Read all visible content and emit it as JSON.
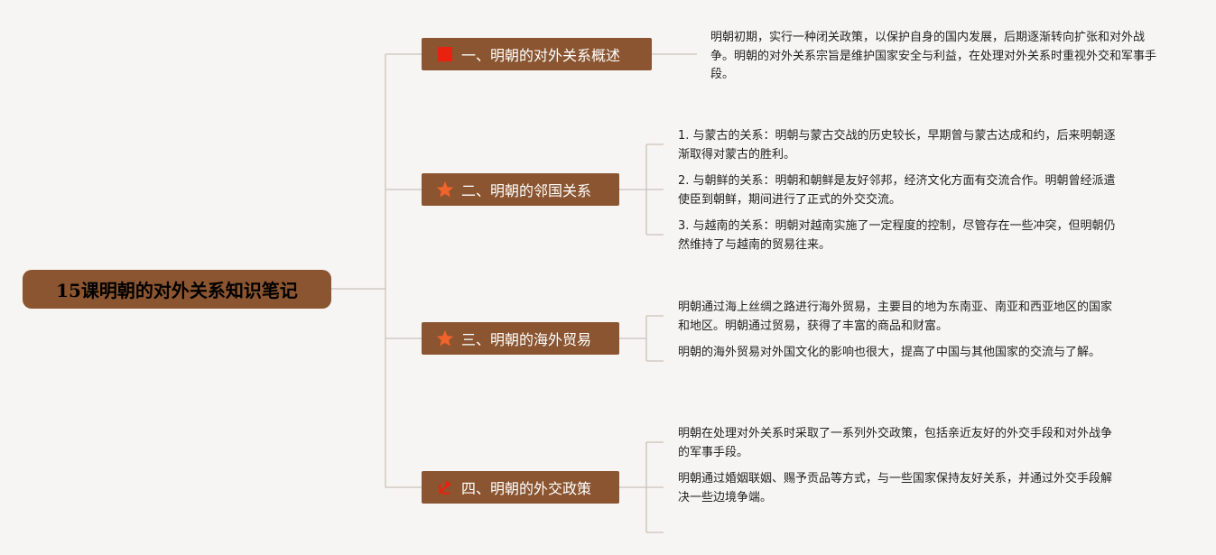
{
  "root": {
    "title": "15课明朝的对外关系知识笔记"
  },
  "branches": [
    {
      "label": "一、明朝的对外关系概述",
      "icon": "red-square-icon",
      "leaves": [
        "明朝初期，实行一种闭关政策，以保护自身的国内发展，后期逐渐转向扩张和对外战争。明朝的对外关系宗旨是维护国家安全与利益，在处理对外关系时重视外交和军事手段。"
      ]
    },
    {
      "label": "二、明朝的邻国关系",
      "icon": "orange-star-icon",
      "leaves": [
        "1. 与蒙古的关系：明朝与蒙古交战的历史较长，早期曾与蒙古达成和约，后来明朝逐渐取得对蒙古的胜利。",
        "2. 与朝鲜的关系：明朝和朝鲜是友好邻邦，经济文化方面有交流合作。明朝曾经派遣使臣到朝鲜，期间进行了正式的外交交流。",
        "3. 与越南的关系：明朝对越南实施了一定程度的控制，尽管存在一些冲突，但明朝仍然维持了与越南的贸易往来。"
      ]
    },
    {
      "label": "三、明朝的海外贸易",
      "icon": "orange-star-icon",
      "leaves": [
        "明朝通过海上丝绸之路进行海外贸易，主要目的地为东南亚、南亚和西亚地区的国家和地区。明朝通过贸易，获得了丰富的商品和财富。",
        "明朝的海外贸易对外国文化的影响也很大，提高了中国与其他国家的交流与了解。"
      ]
    },
    {
      "label": "四、明朝的外交政策",
      "icon": "hammer-sickle-icon",
      "leaves": [
        "明朝在处理对外关系时采取了一系列外交政策，包括亲近友好的外交手段和对外战争的军事手段。",
        "明朝通过婚姻联姻、赐予贡品等方式，与一些国家保持友好关系，并通过外交手段解决一些边境争端。",
        ""
      ]
    }
  ],
  "colors": {
    "node": "#8a5530",
    "line": "#c8c2bb",
    "background": "#f7f5f3",
    "red_icon": "#e8220f",
    "star_icon": "#f0632b"
  }
}
